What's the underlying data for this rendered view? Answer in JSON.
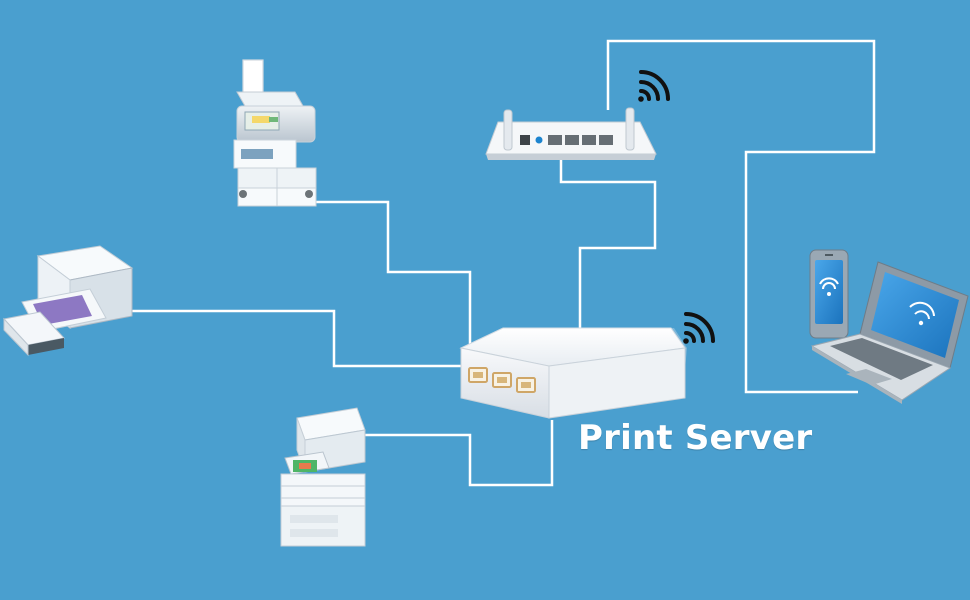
{
  "diagram": {
    "label": "Print Server",
    "colors": {
      "background": "#4a9fcf",
      "wire": "#ffffff",
      "device_body": "#f4f6f8",
      "device_shadow": "#c9d2da",
      "port": "#d6b37a",
      "screen": "#2d8bd1",
      "wifi": "#111111"
    },
    "nodes": [
      {
        "id": "print-server",
        "icon": "print-server-box-icon"
      },
      {
        "id": "wifi-router",
        "icon": "wifi-router-icon"
      },
      {
        "id": "multifunction-copier",
        "icon": "copier-icon"
      },
      {
        "id": "flatbed-printer",
        "icon": "flatbed-printer-icon"
      },
      {
        "id": "office-printer",
        "icon": "office-printer-icon"
      },
      {
        "id": "laptop-phone",
        "icon": "laptop-phone-icon"
      }
    ]
  }
}
